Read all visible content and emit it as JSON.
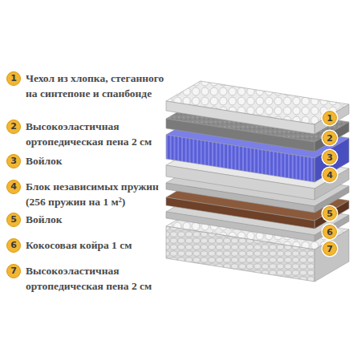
{
  "diagram": {
    "nodes": [
      {
        "text": [
          "1",
          "Чехол из хлопка, стеганного на синтепоне и спанбонде"
        ]
      },
      {
        "text": [
          "2",
          "Высокоэластичная ортопедическая пена 2 см"
        ]
      },
      {
        "text": [
          "3",
          "Войлок"
        ]
      },
      {
        "text": [
          "4",
          "Блок независимых пружин (256 пружин на 1 м²)"
        ]
      },
      {
        "text": [
          "5",
          "Войлок"
        ]
      },
      {
        "text": [
          "6",
          "Кокосовая койра 1 см"
        ]
      },
      {
        "text": [
          "7",
          "Высокоэластичная ортопедическая пена 2 см"
        ]
      },
      {
        "text": [
          "1"
        ]
      },
      {
        "text": [
          "2"
        ]
      },
      {
        "text": [
          "3"
        ]
      },
      {
        "text": [
          "4"
        ]
      },
      {
        "text": [
          "5"
        ]
      },
      {
        "text": [
          "6"
        ]
      },
      {
        "text": [
          "7"
        ]
      }
    ]
  }
}
